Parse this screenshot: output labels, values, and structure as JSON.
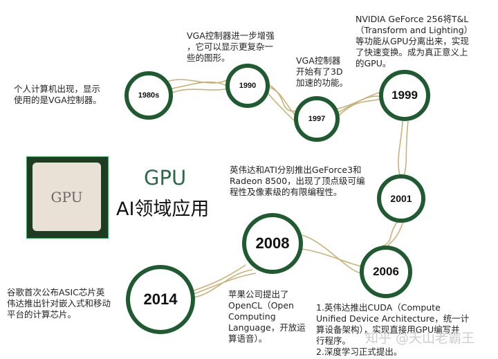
{
  "title": {
    "line1": "GPU",
    "line2": "AI领域应用"
  },
  "chip_label": "GPU",
  "nodes": [
    {
      "year": "1980s",
      "desc": "个人计算机出现，显示\n使用的是VGA控制器。"
    },
    {
      "year": "1990",
      "desc": "VGA控制器进一步增强\n，它可以显示更复杂一\n些的图形。"
    },
    {
      "year": "1997",
      "desc": "VGA控制器\n开始有了3D\n加速的功能。"
    },
    {
      "year": "1999",
      "desc": "NVIDIA GeForce 256将T&L\n（Transform and Lighting）\n等功能从GPU分离出来，实现\n了快速变换。成为真正意义上\n的GPU。"
    },
    {
      "year": "2001",
      "desc": "英伟达和ATI分别推出GeForce3和\nRadeon 8500，出现了顶点级可编\n程性及像素级的有限编程性。"
    },
    {
      "year": "2006",
      "desc": "1.英伟达推出CUDA（Compute\nUnified Device Architecture，统一计\n算设备架构），实现直接用GPU编写并\n行程序。\n2.深度学习正式提出。"
    },
    {
      "year": "2008",
      "desc": "苹果公司提出了\nOpenCL（Open\nComputing\nLanguage，开放运\n算语音）。"
    },
    {
      "year": "2014",
      "desc": "谷歌首次公布ASIC芯片英\n伟达推出针对嵌入式和移动\n平台的计算芯片。"
    }
  ],
  "watermark": "知乎 @天山老霸王",
  "colors": {
    "ring": "#1f5a30",
    "link": "#c9b27a",
    "title_green": "#2c6a45"
  }
}
